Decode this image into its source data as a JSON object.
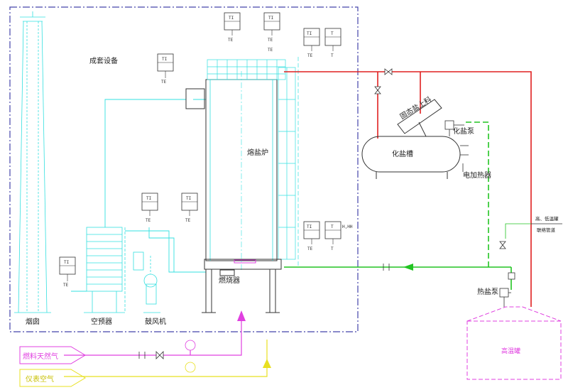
{
  "labels": {
    "package": "成套设备",
    "chimney": "烟囱",
    "preheater": "空预器",
    "blower": "鼓风机",
    "burner": "燃烧器",
    "furnace": "熔盐炉",
    "solid_salt": "固态盐上料",
    "dissolve_tank": "化盐槽",
    "salt_pump_top": "化盐泵",
    "electric_heater": "电加热器",
    "hot_salt_pump": "热盐泵",
    "tank_note_line1": "高、低温罐",
    "tank_note_line2": "联络管道",
    "high_temp_tank": "高温罐",
    "fuel_gas": "燃料天然气",
    "instrument_air": "仪表空气"
  },
  "instruments": {
    "ti": "TI",
    "te": "TE",
    "t": "T",
    "hhh": "H,HH"
  },
  "colors": {
    "cyan": "#33e0e0",
    "red": "#e02020",
    "green": "#22c422",
    "magenta": "#e040e0",
    "yellow": "#e8e020",
    "border": "#4444aa",
    "dark": "#333333"
  }
}
